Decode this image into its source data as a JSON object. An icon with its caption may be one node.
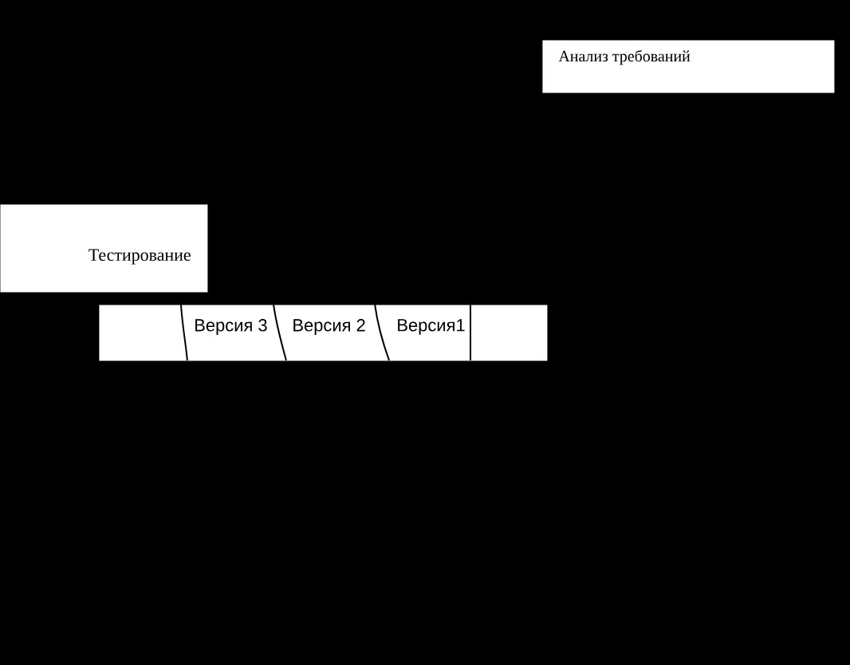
{
  "diagram": {
    "nodes": [
      {
        "text": [
          "Анализ требований"
        ]
      },
      {
        "text": [
          "Тестирование"
        ]
      },
      {
        "text": [
          "Версия 3",
          "Версия 2",
          "Версия1"
        ]
      }
    ]
  }
}
